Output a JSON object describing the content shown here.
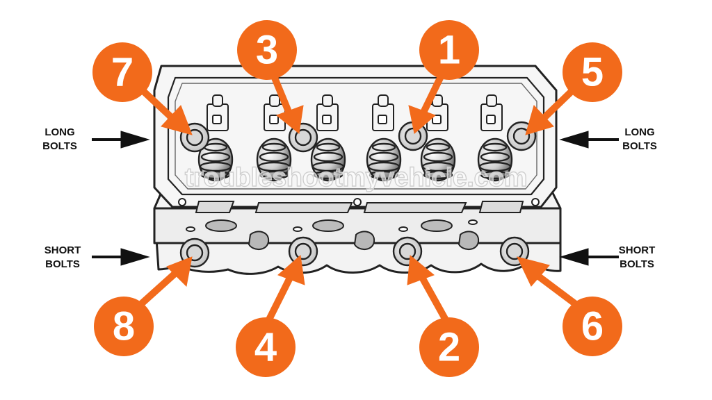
{
  "labels": {
    "long_left": [
      "LONG",
      "BOLTS"
    ],
    "long_right": [
      "LONG",
      "BOLTS"
    ],
    "short_left": [
      "SHORT",
      "BOLTS"
    ],
    "short_right": [
      "SHORT",
      "BOLTS"
    ]
  },
  "watermark": "troubleshootmyvehicle.com",
  "sequence_numbers": [
    "1",
    "2",
    "3",
    "4",
    "5",
    "6",
    "7",
    "8"
  ],
  "colors": {
    "badge_fill": "#f26a1b",
    "badge_stroke": "#d85a10",
    "outline": "#222222",
    "head_fill": "#f4f4f4"
  }
}
